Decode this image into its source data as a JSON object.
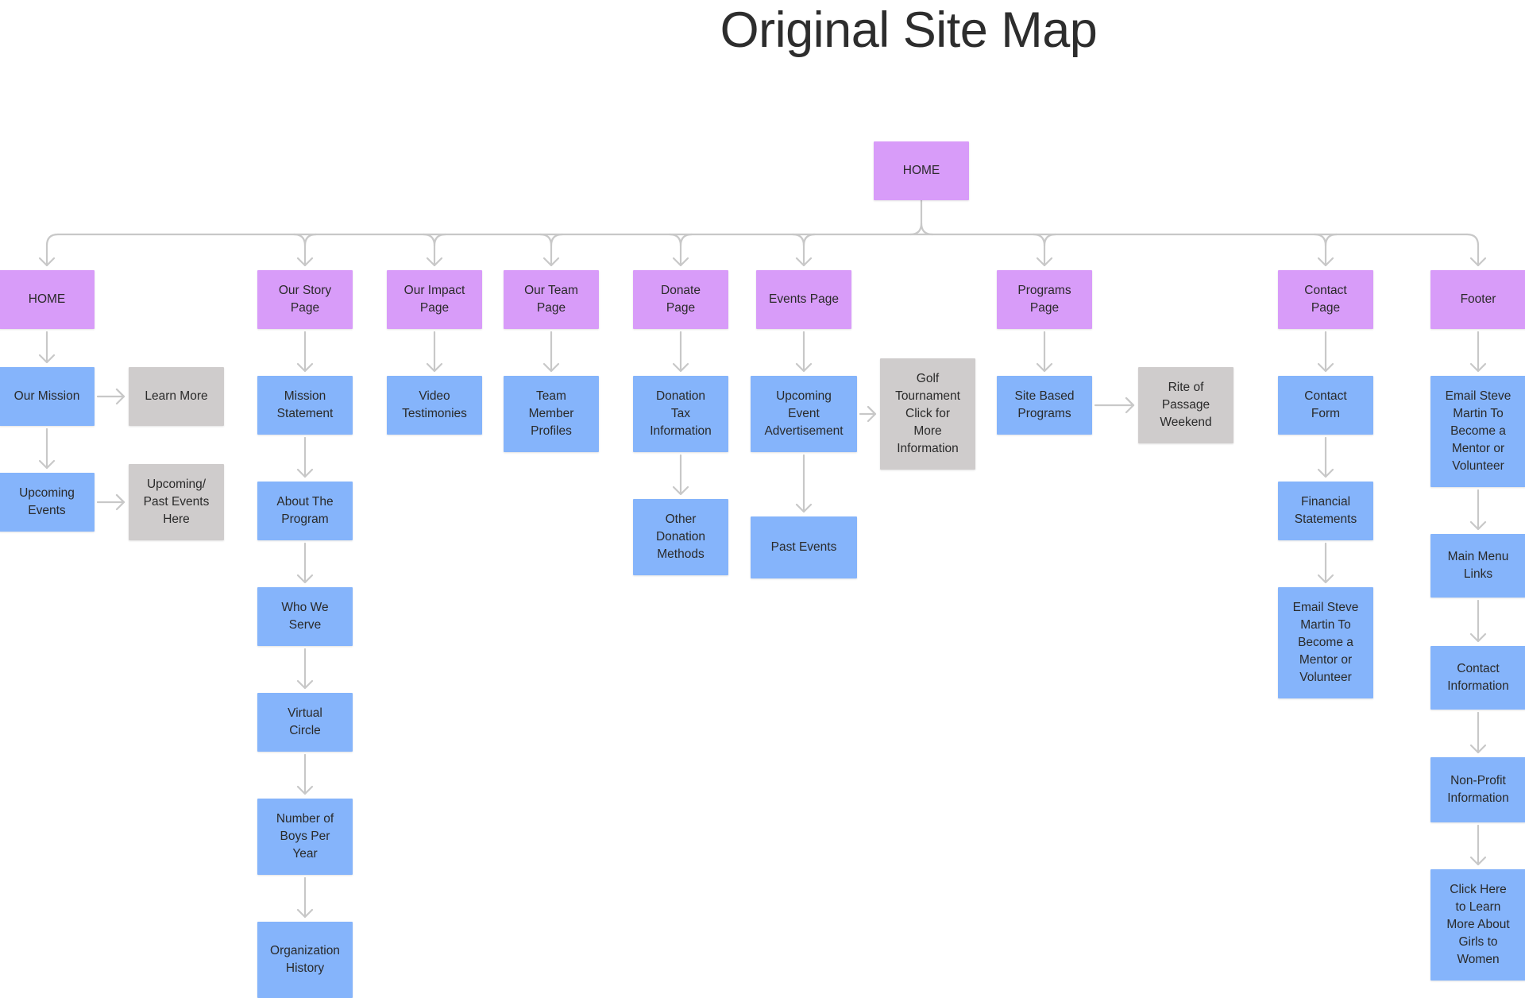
{
  "diagram": {
    "title": "Original Site Map",
    "colors": {
      "page_node": "#d89cf9",
      "content_node": "#85b4fb",
      "extra_node": "#cfcccc",
      "connector": "#c8c8c8"
    },
    "root": {
      "label": "HOME"
    },
    "columns": [
      {
        "id": "home",
        "page": "HOME",
        "children": [
          "Our Mission",
          "Upcoming\nEvents"
        ],
        "extras": [
          "Learn More",
          "Upcoming/\nPast Events\nHere"
        ]
      },
      {
        "id": "our-story",
        "page": "Our Story\nPage",
        "children": [
          "Mission\nStatement",
          "About The\nProgram",
          "Who We\nServe",
          "Virtual\nCircle",
          "Number of\nBoys Per\nYear",
          "Organization\nHistory"
        ]
      },
      {
        "id": "our-impact",
        "page": "Our Impact\nPage",
        "children": [
          "Video\nTestimonies"
        ]
      },
      {
        "id": "our-team",
        "page": "Our Team\nPage",
        "children": [
          "Team\nMember\nProfiles"
        ]
      },
      {
        "id": "donate",
        "page": "Donate\nPage",
        "children": [
          "Donation\nTax\nInformation",
          "Other\nDonation\nMethods"
        ]
      },
      {
        "id": "events",
        "page": "Events Page",
        "children": [
          "Upcoming\nEvent\nAdvertisement",
          "Past Events"
        ],
        "extras": [
          "Golf\nTournament\nClick for\nMore\nInformation"
        ]
      },
      {
        "id": "programs",
        "page": "Programs\nPage",
        "children": [
          "Site Based\nPrograms"
        ],
        "extras": [
          "Rite of\nPassage\nWeekend"
        ]
      },
      {
        "id": "contact",
        "page": "Contact\nPage",
        "children": [
          "Contact\nForm",
          "Financial\nStatements",
          "Email Steve\nMartin To\nBecome a\nMentor or\nVolunteer"
        ]
      },
      {
        "id": "footer",
        "page": "Footer",
        "children": [
          "Email Steve\nMartin To\nBecome a\nMentor or\nVolunteer",
          "Main Menu\nLinks",
          "Contact\nInformation",
          "Non-Profit\nInformation",
          "Click Here\nto Learn\nMore About\nGirls to\nWomen"
        ]
      }
    ]
  }
}
